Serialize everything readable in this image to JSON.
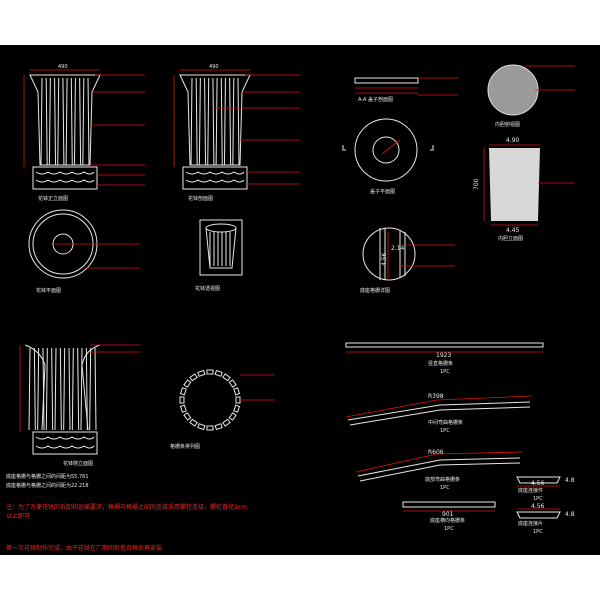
{
  "colors": {
    "background": "#000000",
    "line": "#e8e8e8",
    "dimension": "#e01010",
    "note": "#ff2020"
  },
  "views": {
    "front_elevation": {
      "title": "花钵正立面图",
      "width_dim": "490"
    },
    "section": {
      "title": "花钵剖面图",
      "width_dim": "490"
    },
    "plan": {
      "title": "花钵平面图"
    },
    "perspective": {
      "title": "花钵透视图"
    },
    "lid_section": {
      "title": "A-A 盖子剖面图"
    },
    "lid_plan": {
      "title": "盖子平面图"
    },
    "inner_top": {
      "title": "内胆俯视图"
    },
    "inner_elevation": {
      "title": "内胆立面图",
      "top_dim": "4.90",
      "bottom_dim": "4.45",
      "height_dim": "700"
    },
    "detail": {
      "title": "底座格栅详图",
      "dim_a": "2.14",
      "dim_b": "4.56"
    },
    "side_elevation": {
      "title": "花钵侧立面图"
    },
    "strip_plan": {
      "title": "格栅条排列图"
    }
  },
  "parts": [
    {
      "title": "竖直格栅条",
      "length": "1923",
      "qty": "1PC"
    },
    {
      "title": "中间弯曲格栅条",
      "radius": "R398",
      "qty": "1PC"
    },
    {
      "title": "底部弯曲格栅条",
      "radius": "R606",
      "qty": "1PC"
    },
    {
      "title": "底座连接件",
      "width": "4.56",
      "height": "4.8",
      "qty": "1PC"
    },
    {
      "title": "底座连接片",
      "width": "4.56",
      "height": "4.8",
      "qty": "1PC"
    },
    {
      "title": "底座横向格栅条",
      "length": "901",
      "qty": "1PC"
    }
  ],
  "notes": {
    "spacing_1": "底座格栅与格栅之间的间距为55.761",
    "spacing_2": "底座格栅与格栅之间的间距为22.218",
    "note_red_1": "注：为了方便花钵的拆卸和运输要求，格栅与格栅之间的连接采用螺栓连接，螺栓直径2cm",
    "note_red_2": "以上即可",
    "note_red_3": "第一次花钵制作完成，由于花钵在厂期间检查合格后再安装"
  }
}
